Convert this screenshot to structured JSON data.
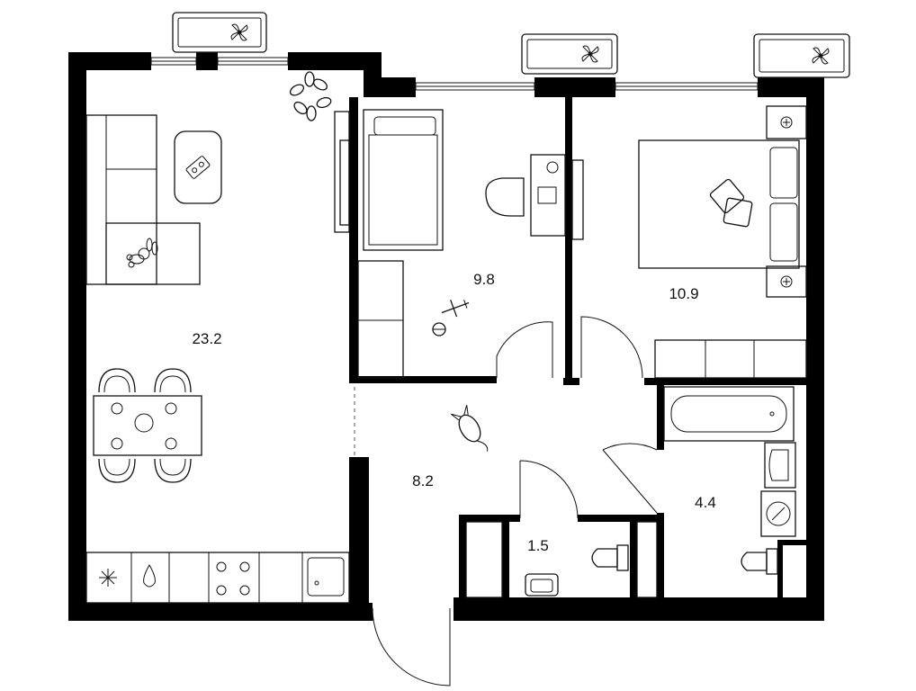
{
  "rooms": {
    "living_kitchen": "23.2",
    "child_room": "9.8",
    "bedroom": "10.9",
    "hallway": "8.2",
    "toilet": "1.5",
    "bathroom": "4.4"
  },
  "colors": {
    "wall": "#000000",
    "line": "#111111",
    "background": "#ffffff"
  }
}
